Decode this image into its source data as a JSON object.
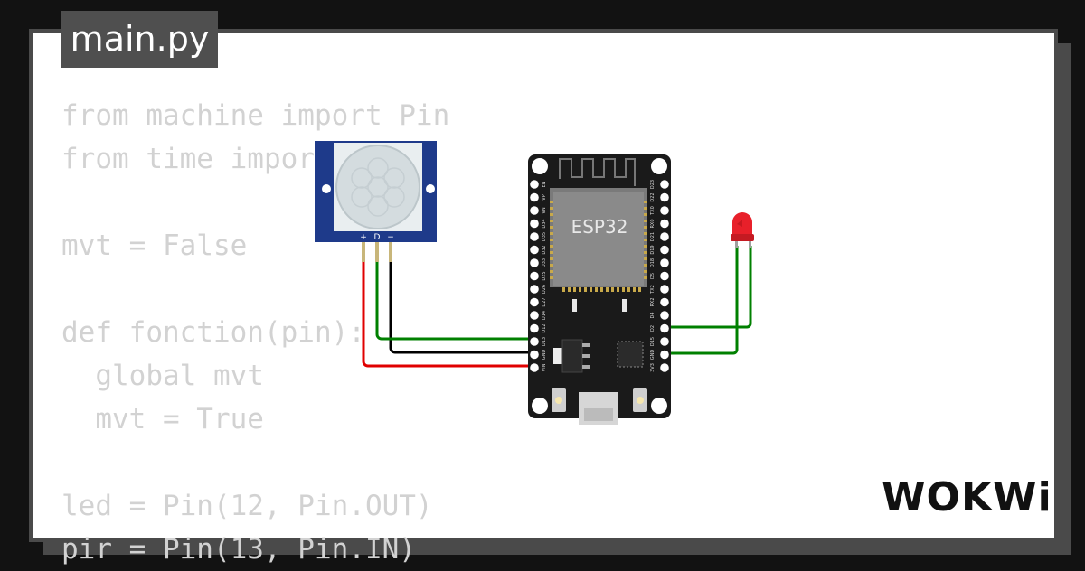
{
  "file_tab": {
    "label": "main.py"
  },
  "code_lines": [
    "from machine import Pin",
    "from time import sleep",
    "",
    "mvt = False",
    "",
    "def fonction(pin):",
    "  global mvt",
    "  mvt = True",
    "",
    "led = Pin(12, Pin.OUT)",
    "pir = Pin(13, Pin.IN)"
  ],
  "board": {
    "label": "ESP32",
    "left_pins": [
      "EN",
      "VP",
      "VN",
      "D34",
      "D35",
      "D32",
      "D33",
      "D25",
      "D26",
      "D27",
      "D14",
      "D12",
      "D13",
      "GND",
      "VIN"
    ],
    "right_pins": [
      "D23",
      "D22",
      "TX0",
      "RX0",
      "D21",
      "D19",
      "D18",
      "D5",
      "TX2",
      "RX2",
      "D4",
      "D2",
      "D15",
      "GND",
      "3V3"
    ]
  },
  "pir_sensor": {
    "pins": [
      "+",
      "D",
      "−"
    ]
  },
  "brand": {
    "name": "WOKWi"
  },
  "colors": {
    "background": "#121212",
    "card": "#ffffff",
    "frame": "#4a4a4a",
    "code_text": "#d2d2d2",
    "wire_red": "#e00000",
    "wire_black": "#000000",
    "wire_green": "#008000",
    "led_red": "#e8202a",
    "pir_board": "#1e3a8a"
  }
}
